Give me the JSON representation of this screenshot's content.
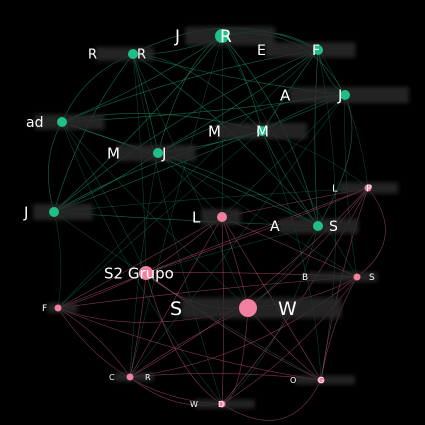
{
  "graph": {
    "background": "#000000",
    "colors": {
      "group_a": "#1fbf86",
      "group_b": "#f07fa0",
      "edge_a": "#1a8f66",
      "edge_b": "#b8506e",
      "blur_band": "#2a2a2a"
    },
    "nodes": [
      {
        "id": "n1",
        "group": "a",
        "left": "J",
        "right": "R",
        "size": 3
      },
      {
        "id": "n2",
        "group": "a",
        "left": "R",
        "right": "R",
        "size": 2
      },
      {
        "id": "n3",
        "group": "a",
        "left": "E",
        "right": "F",
        "size": 2
      },
      {
        "id": "n4",
        "group": "a",
        "left": "A",
        "right": "J",
        "size": 2
      },
      {
        "id": "n5",
        "group": "a",
        "left": "ad",
        "right": "",
        "size": 2
      },
      {
        "id": "n6",
        "group": "a",
        "left": "M",
        "right": "M",
        "size": 2
      },
      {
        "id": "n7",
        "group": "a",
        "left": "M",
        "right": "J",
        "size": 2
      },
      {
        "id": "n8",
        "group": "b",
        "left": "L",
        "right": "P",
        "size": 1
      },
      {
        "id": "n9",
        "group": "a",
        "left": "J",
        "right": "",
        "size": 2
      },
      {
        "id": "n10",
        "group": "b",
        "left": "L",
        "right": "",
        "size": 2
      },
      {
        "id": "n11",
        "group": "a",
        "left": "A",
        "right": "S",
        "size": 2
      },
      {
        "id": "n12",
        "group": "b",
        "left": "S2 Grupo",
        "right": "",
        "size": 3
      },
      {
        "id": "n13",
        "group": "b",
        "left": "B",
        "right": "S",
        "size": 1
      },
      {
        "id": "n14",
        "group": "b",
        "left": "F",
        "right": "",
        "size": 1
      },
      {
        "id": "n15",
        "group": "b",
        "left": "S",
        "right": "W",
        "size": 4
      },
      {
        "id": "n16",
        "group": "b",
        "left": "C",
        "right": "R",
        "size": 1
      },
      {
        "id": "n17",
        "group": "b",
        "left": "O",
        "right": "G",
        "size": 1
      },
      {
        "id": "n18",
        "group": "b",
        "left": "W",
        "right": "D",
        "size": 1
      }
    ]
  }
}
